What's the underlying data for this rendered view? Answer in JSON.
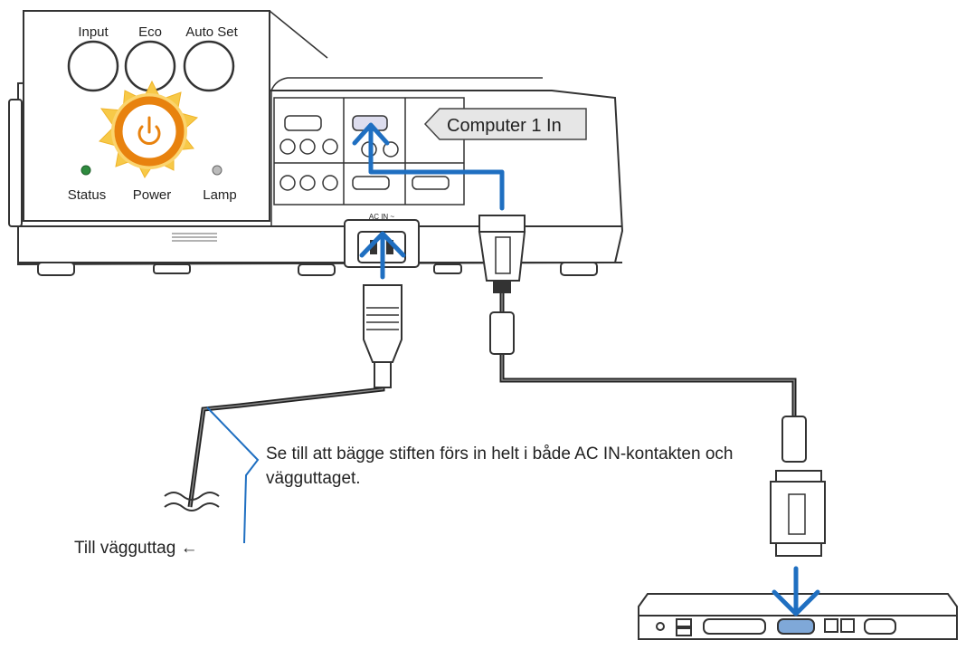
{
  "panel": {
    "buttons": [
      "Input",
      "Eco",
      "Auto Set"
    ],
    "status_label": "Status",
    "power_label": "Power",
    "lamp_label": "Lamp"
  },
  "projector": {
    "port_callout": "Computer 1 In",
    "ac_in_label": "AC IN ~"
  },
  "notes": {
    "plug_instruction": "Se till att bägge stiften förs in helt i både AC IN-kontakten och vägguttaget.",
    "wall_outlet": "Till vägguttag ←"
  },
  "colors": {
    "arrow_blue": "#1f6fc1",
    "power_orange": "#e8820e",
    "glow_yellow": "#f7c948",
    "status_green": "#2e8b3e"
  }
}
